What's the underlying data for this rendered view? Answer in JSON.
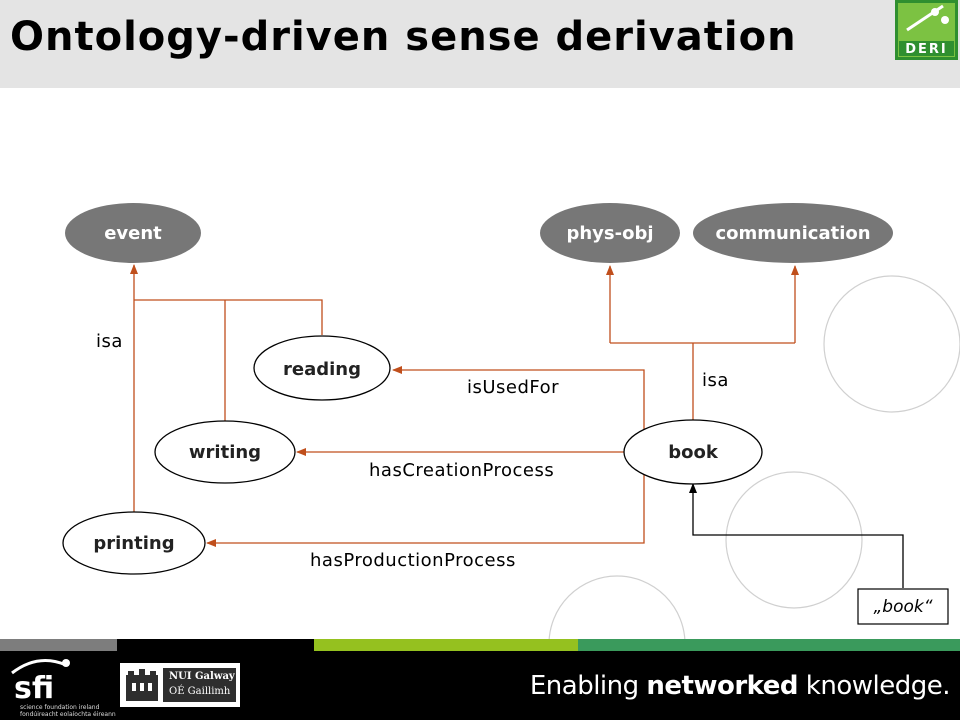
{
  "slide": {
    "title": "Ontology-driven sense derivation"
  },
  "diagram": {
    "nodes": {
      "event": "event",
      "phys_obj": "phys-obj",
      "communication": "communication",
      "reading": "reading",
      "writing": "writing",
      "book": "book",
      "printing": "printing"
    },
    "edges": {
      "isa_left": "isa",
      "isa_right": "isa",
      "is_used_for": "isUsedFor",
      "has_creation_process": "hasCreationProcess",
      "has_production_process": "hasProductionProcess"
    },
    "word_box": "„book“",
    "colors": {
      "concept_fill": "#777777",
      "relation_line": "#c04f1c",
      "word_line": "#000000"
    }
  },
  "logos": {
    "deri": "DERI",
    "sfi": "sfi",
    "sfi_subtitle_1": "science foundation ireland",
    "sfi_subtitle_2": "fondúireacht eolaíochta éireann",
    "nui_line1": "NUI Galway",
    "nui_line2": "OÉ Gaillimh"
  },
  "footer": {
    "tagline_pre": "Enabling ",
    "tagline_bold": "networked",
    "tagline_post": " knowledge.",
    "strip_colors": [
      "#7d7d7d",
      "#000000",
      "#95c11f",
      "#3a9a5c"
    ]
  }
}
